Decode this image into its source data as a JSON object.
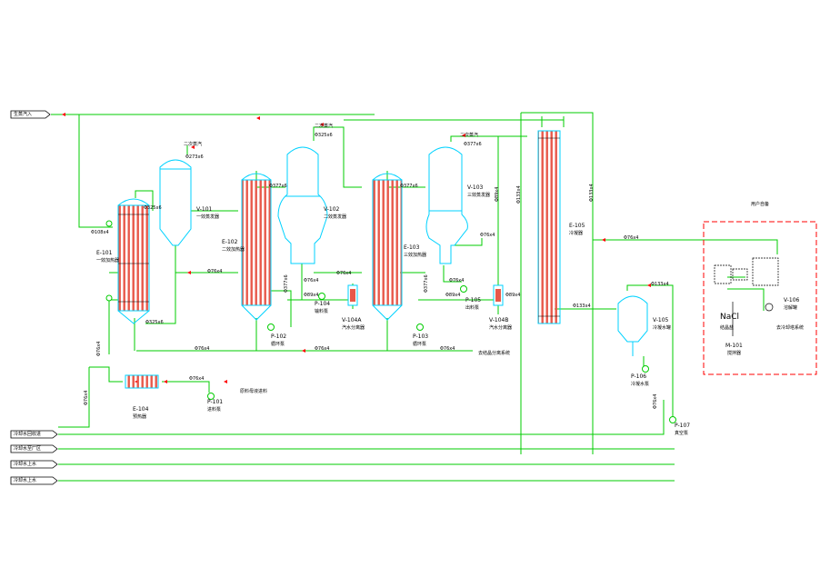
{
  "colors": {
    "pipe": "#00cc00",
    "vessel": "#00d2ff",
    "tube": "#e8584a",
    "tube_line": "#ff3030",
    "arrow": "#ff0000",
    "boundary": "#ff0000"
  },
  "sources": {
    "steam": "生蒸汽入",
    "cooling_in": "冷却水回收进",
    "cooling_out": "冷却水至厂区",
    "water_1": "冷却水上水",
    "water_2": "冷却水上水"
  },
  "equipment": {
    "e101": {
      "tag": "E-101",
      "name": "一效加热器"
    },
    "v101": {
      "tag": "V-101",
      "name": "一效蒸发器"
    },
    "e102": {
      "tag": "E-102",
      "name": "二效加热器"
    },
    "v102": {
      "tag": "V-102",
      "name": "二效蒸发器"
    },
    "e103": {
      "tag": "E-103",
      "name": "三效加热器"
    },
    "v103": {
      "tag": "V-103",
      "name": "三效蒸发器"
    },
    "e104": {
      "tag": "E-104",
      "name": "预热器"
    },
    "e105": {
      "tag": "E-105",
      "name": "冷凝器"
    },
    "v104a": {
      "tag": "V-104A",
      "name": "汽水分离器"
    },
    "v104b": {
      "tag": "V-104B",
      "name": "汽水分离器"
    },
    "v105": {
      "tag": "V-105",
      "name": "冷凝水罐"
    },
    "v106": {
      "tag": "V-106",
      "name": "溶解罐"
    },
    "m101": {
      "tag": "M-101",
      "name": "搅拌器"
    },
    "p101": {
      "tag": "P-101",
      "name": "进料泵"
    },
    "p102": {
      "tag": "P-102",
      "name": "循环泵"
    },
    "p103": {
      "tag": "P-103",
      "name": "循环泵"
    },
    "p104": {
      "tag": "P-104",
      "name": "输料泵"
    },
    "p105": {
      "tag": "P-105",
      "name": "出料泵"
    },
    "p106": {
      "tag": "P-106",
      "name": "冷凝水泵"
    },
    "p107": {
      "tag": "P-107",
      "name": "真空泵"
    }
  },
  "pipe_sizes": {
    "p108": "Φ108x4",
    "p325_a": "Φ325x6",
    "p325_b": "Φ325x6",
    "p325_c": "Φ325x6",
    "p273": "Φ273x6",
    "p377_a": "Φ377x6",
    "p377_b": "Φ377x6",
    "p377_c": "Φ377x6",
    "p377_d": "Φ377x6",
    "p377_e": "Φ377x6",
    "p76_a": "Φ76x4",
    "p76_b": "Φ76x4",
    "p76_c": "Φ76x4",
    "p76_d": "Φ76x4",
    "p76_e": "Φ76x4",
    "p76_f": "Φ76x4",
    "p76_g": "Φ76x4",
    "p76_h": "Φ76x4",
    "p76_i": "Φ76x4",
    "p76_j": "Φ76x4",
    "p76_k": "Φ76x4",
    "p76_l": "Φ76x4",
    "p76_m": "Φ76x4",
    "p89_a": "Φ89x4",
    "p89_b": "Φ89x4",
    "p89_c": "Φ89x4",
    "p89_d": "Φ89x4",
    "p133_a": "Φ133x4",
    "p133_b": "Φ133x4",
    "p133_c": "Φ133x4",
    "p133_d": "Φ133x4"
  },
  "annotations": {
    "steam_2": "二效蒸汽",
    "steam_2b": "二次蒸汽",
    "steam_3": "二次蒸汽",
    "steam_1": "二次蒸汽",
    "to_crystal": "去结晶分离系统",
    "to_cooling": "去冷却塔系统",
    "mother_liquor": "原料母液进料",
    "scope": "用户自备",
    "nacl": "NaCl",
    "nacl_name": "结晶盐",
    "dissolve_system": "去冷却塔系统"
  }
}
